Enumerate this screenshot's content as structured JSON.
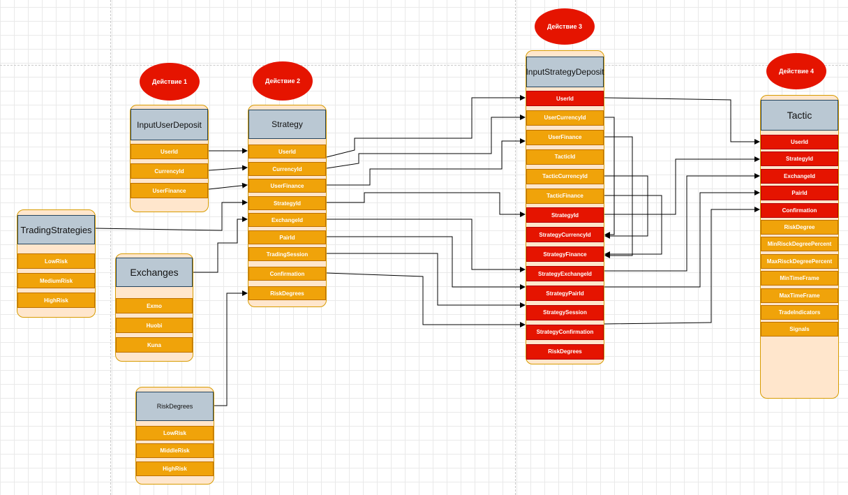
{
  "actions": {
    "a1": "Действие 1",
    "a2": "Действие 2",
    "a3": "Действие 3",
    "a4": "Действие 4"
  },
  "input_user_deposit": {
    "title": "InputUserDeposit",
    "fields": [
      "UserId",
      "CurrencyId",
      "UserFinance"
    ]
  },
  "trading_strategies": {
    "title": "TradingStrategies",
    "fields": [
      "LowRisk",
      "MediumRisk",
      "HighRisk"
    ]
  },
  "exchanges": {
    "title": "Exchanges",
    "fields": [
      "Exmo",
      "Huobi",
      "Kuna"
    ]
  },
  "risk_degrees": {
    "title": "RiskDegrees",
    "fields": [
      "LowRisk",
      "MiddleRisk",
      "HighRisk"
    ]
  },
  "strategy": {
    "title": "Strategy",
    "fields": [
      "UserId",
      "CurrencyId",
      "UserFinance",
      "StrategyId",
      "ExchangeId",
      "PairId",
      "TradingSession",
      "Confirmation",
      "RiskDegrees"
    ]
  },
  "input_strategy_deposit": {
    "title": "InputStrategyDeposit",
    "fields": [
      "UserId",
      "UserCurrencyId",
      "UserFinance",
      "TacticId",
      "TacticCurrencyId",
      "TacticFinance",
      "StrategyId",
      "StrategyCurrencyId",
      "StrategyFinance",
      "StrategyExchangeId",
      "StrategyPairId",
      "StrategySession",
      "StrategyConfirmation",
      "RiskDegrees"
    ],
    "row_colors": [
      "red",
      "orange",
      "orange",
      "orange",
      "orange",
      "orange",
      "red",
      "red",
      "red",
      "red",
      "red",
      "red",
      "red",
      "red"
    ]
  },
  "tactic": {
    "title": "Tactic",
    "fields": [
      "UserId",
      "StrategyId",
      "ExchangeId",
      "PairId",
      "Confirmation",
      "RiskDegree",
      "MinRisckDegreePercent",
      "MaxRisckDegreePercent",
      "MinTimeFrame",
      "MaxTimeFrame",
      "TradeIndicators",
      "Signals"
    ],
    "row_colors": [
      "red",
      "red",
      "red",
      "red",
      "red",
      "orange",
      "orange",
      "orange",
      "orange",
      "orange",
      "orange",
      "orange"
    ]
  }
}
